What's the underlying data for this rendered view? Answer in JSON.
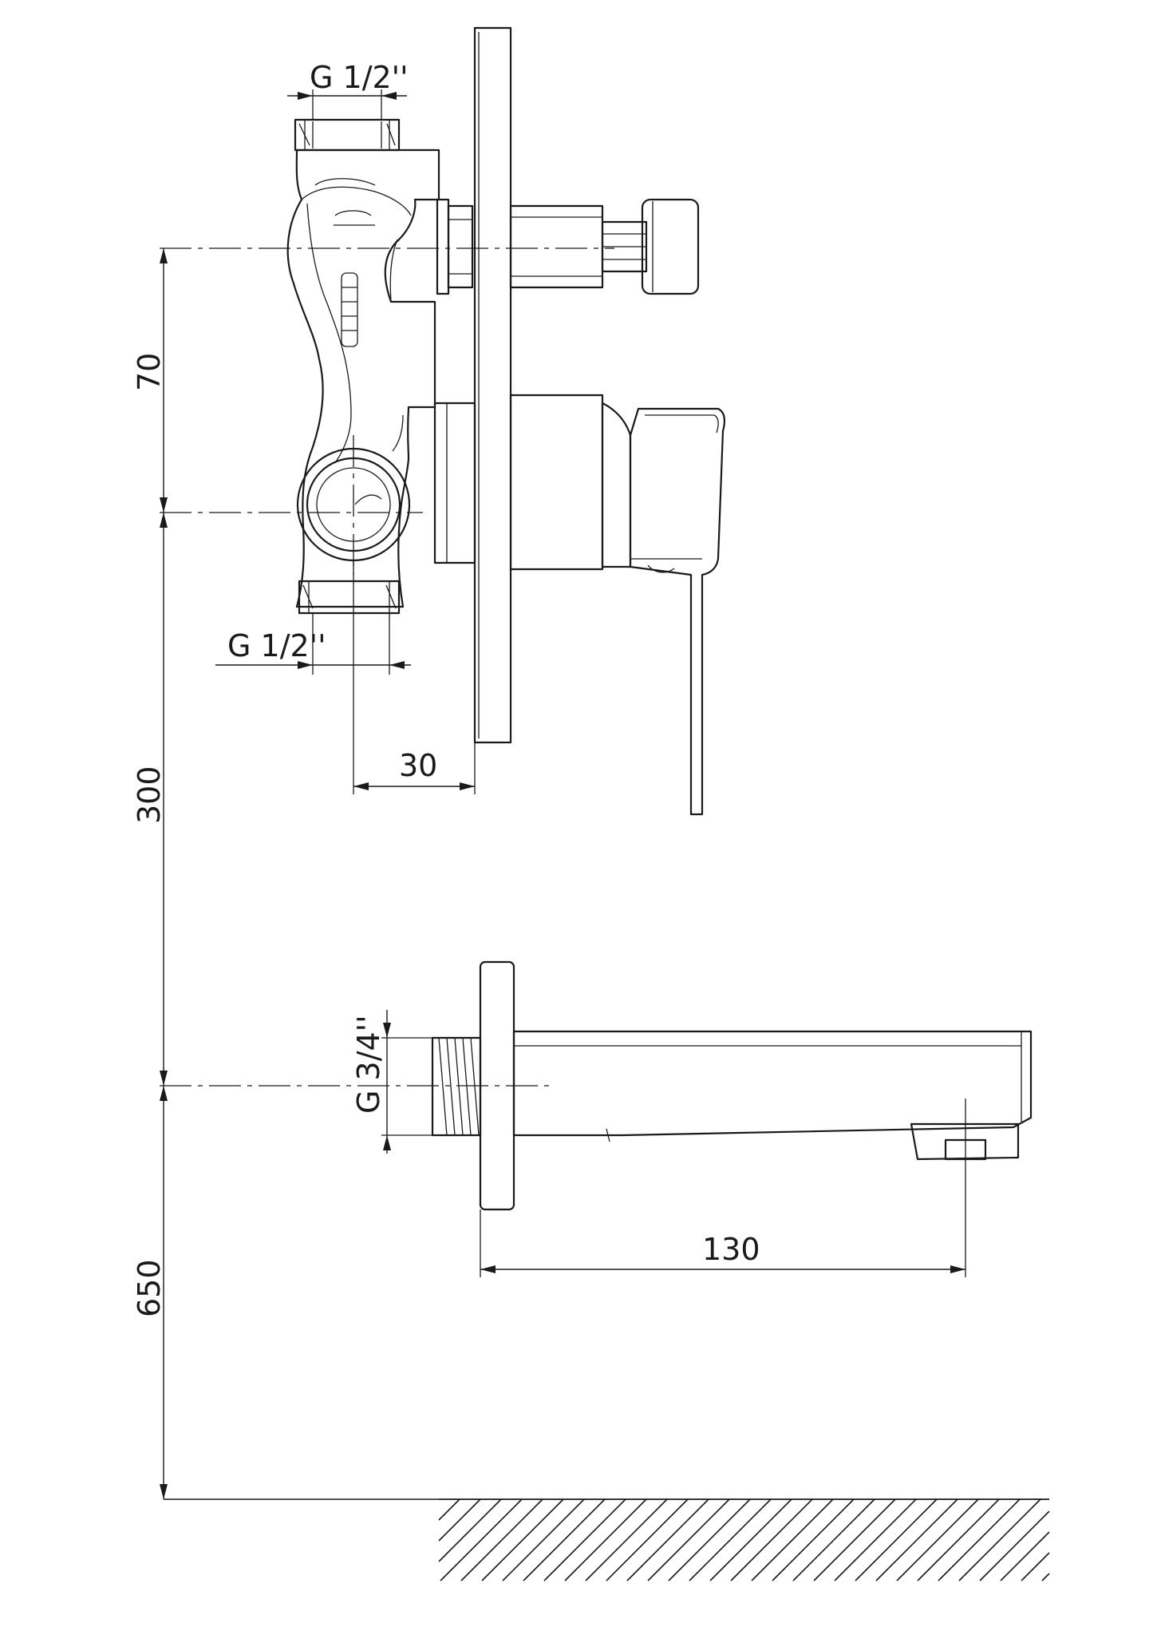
{
  "drawing": {
    "dimensions": {
      "inlet_top_thread": "G 1/2''",
      "inlet_bottom_thread": "G 1/2''",
      "outlet_thread": "G 3/4''",
      "vertical_70": "70",
      "vertical_300": "300",
      "vertical_650": "650",
      "depth_30": "30",
      "spout_130": "130"
    },
    "colors": {
      "line": "#1a1a1a",
      "background": "#ffffff"
    }
  }
}
